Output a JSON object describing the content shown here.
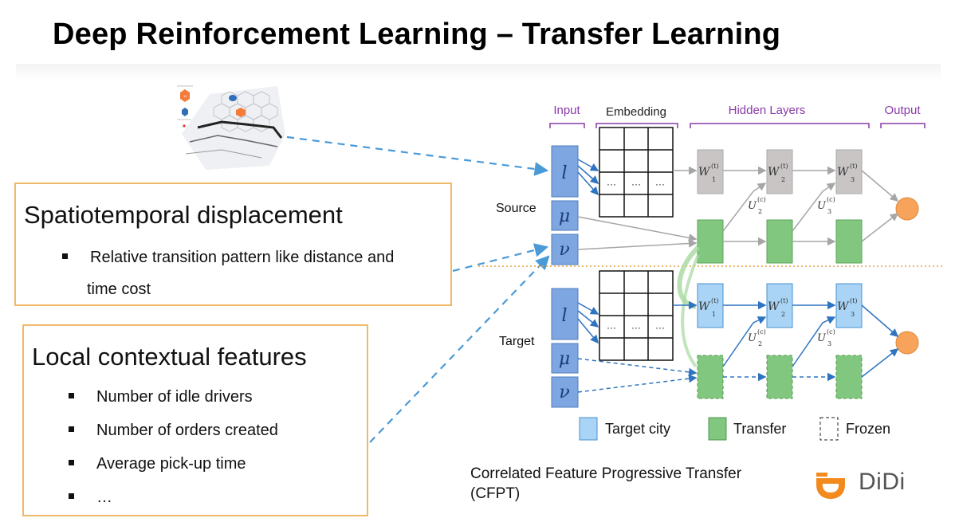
{
  "slide": {
    "title": "Deep Reinforcement Learning – Transfer Learning"
  },
  "box1": {
    "heading": "Spatiotemporal displacement",
    "bullet_line1": "Relative transition pattern like distance and",
    "bullet_line2": "time cost"
  },
  "box2": {
    "heading": "Local contextual features",
    "bullets": [
      "Number of idle drivers",
      "Number of orders created",
      "Average pick-up time",
      "…"
    ]
  },
  "diagram": {
    "section_labels": {
      "input": "Input",
      "embedding": "Embedding",
      "hidden": "Hidden  Layers",
      "output": "Output"
    },
    "row_labels": {
      "source": "Source",
      "target": "Target"
    },
    "input_symbols": [
      "l",
      "μ",
      "ν"
    ],
    "ellipsis": "···",
    "weights": [
      "W",
      "W",
      "W"
    ],
    "weight_sup": "(t)",
    "weight_subs": [
      "1",
      "2",
      "3"
    ],
    "lateral": [
      "U",
      "U"
    ],
    "lateral_sup": "(c)",
    "lateral_subs": [
      "2",
      "3"
    ],
    "legend": {
      "target_city": "Target city",
      "transfer": "Transfer",
      "frozen": "Frozen"
    },
    "colors": {
      "input_blue": "#7ea6e0",
      "target_blue": "#a9d4f5",
      "transfer_green": "#82c77f",
      "frozen_gray": "#c9c5c5",
      "output_orange": "#f7a35c",
      "label_purple": "#8a3aa8",
      "dashed_blue": "#4a9ad8"
    }
  },
  "caption": {
    "line1": "Correlated Feature Progressive Transfer",
    "line2": "(CFPT)"
  },
  "logo": {
    "text": "DiDi",
    "color": "#f28a1e"
  }
}
